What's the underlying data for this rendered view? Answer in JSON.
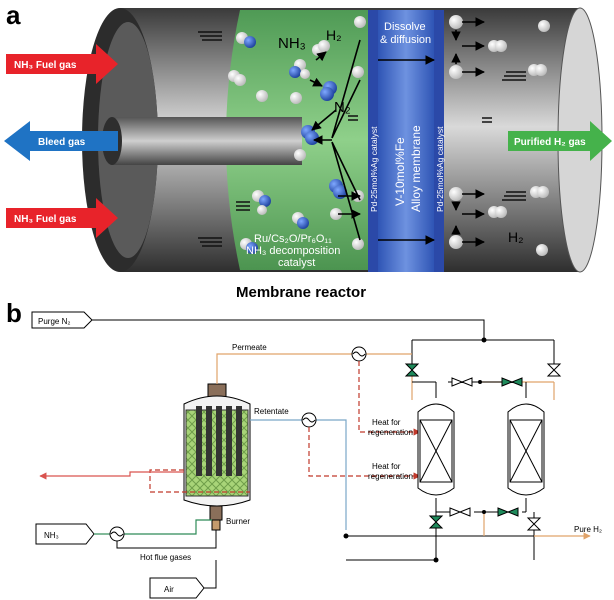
{
  "panel_a": {
    "letter": "a",
    "arrows": {
      "fuel_gas_top": "NH₃ Fuel gas",
      "bleed_gas": "Bleed gas",
      "fuel_gas_bottom": "NH₃ Fuel gas",
      "purified": "Purified H₂ gas"
    },
    "labels": {
      "nh3": "NH₃",
      "h2_top": "H₂",
      "n2": "N₂",
      "dissolve_line1": "Dissolve",
      "dissolve_line2": "& diffusion",
      "pd_left": "Pd-25mol%Ag catalyst",
      "pd_right": "Pd-25mol%Ag catalyst",
      "membrane_line1": "V-10mol%Fe",
      "membrane_line2": "Alloy membrane",
      "catalyst_line1": "Ru/Cs₂O/Pr₆O₁₁",
      "catalyst_line2": "NH₃ decomposition",
      "catalyst_line3": "catalyst",
      "h2_bottom": "H₂",
      "caption": "Membrane reactor"
    },
    "colors": {
      "fuel_arrow": "#e8232a",
      "bleed_arrow": "#1f73c4",
      "purified_arrow": "#45b24b",
      "catalyst_zone": "#6bb36b",
      "membrane": "#3f66c6"
    }
  },
  "panel_b": {
    "letter": "b",
    "labels": {
      "purge": "Purge N₂",
      "permeate": "Permeate",
      "retentate": "Retentate",
      "heat_regen_1_line1": "Heat for",
      "heat_regen_1_line2": "regeneration",
      "heat_regen_2_line1": "Heat for",
      "heat_regen_2_line2": "regeneration",
      "burner": "Burner",
      "nh3": "NH₃",
      "hot_flue": "Hot flue gases",
      "air": "Air",
      "pure_h2": "Pure H₂"
    },
    "colors": {
      "permeate_line": "#e0a36a",
      "retentate_line": "#7aa7c7",
      "heat_line": "#c0392b",
      "valve_green": "#1f8a5b",
      "packing": "#9ccf6a"
    }
  }
}
